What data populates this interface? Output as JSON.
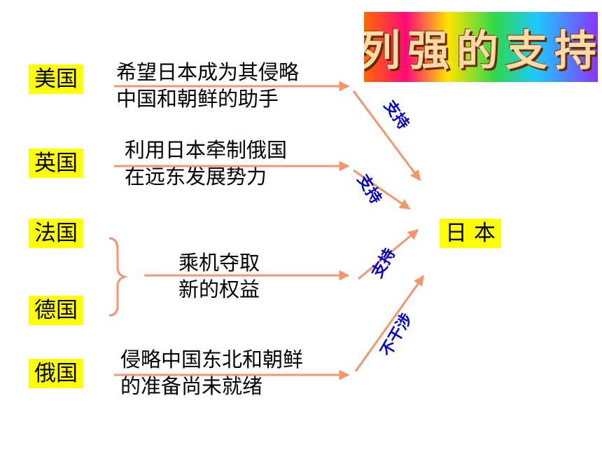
{
  "title": "列强的支持",
  "countries": {
    "usa": "美国",
    "uk": "英国",
    "france": "法国",
    "germany": "德国",
    "russia": "俄国"
  },
  "reasons": {
    "usa": [
      "希望日本成为其侵略",
      "中国和朝鲜的助手"
    ],
    "uk": [
      "利用日本牵制俄国",
      "在远东发展势力"
    ],
    "fr_de": [
      "乘机夺取",
      "新的权益"
    ],
    "russia": [
      "侵略中国东北和朝鲜",
      "的准备尚未就绪"
    ]
  },
  "target": "日 本",
  "actions": {
    "usa": "支持",
    "uk": "支持",
    "fr_de": "支持",
    "russia": "不干涉"
  },
  "colors": {
    "label_bg": "#ffff00",
    "arrow": "#f4956a",
    "action_text": "#0000cc"
  }
}
